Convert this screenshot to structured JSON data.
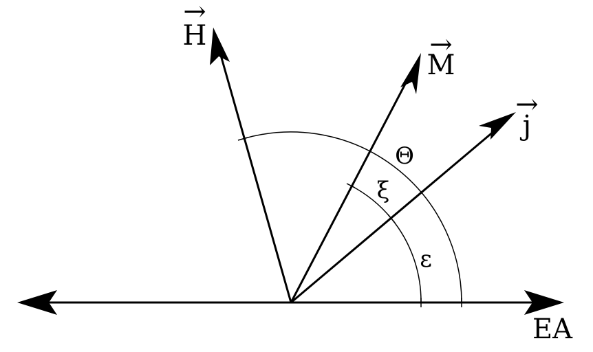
{
  "diagram": {
    "vectors": {
      "h": {
        "label": "H",
        "arrow_glyph": "→"
      },
      "m": {
        "label": "M",
        "arrow_glyph": "→"
      },
      "j": {
        "label": "j",
        "arrow_glyph": "→"
      }
    },
    "axis": {
      "label": "EA"
    },
    "angles": {
      "theta": {
        "label": "Θ"
      },
      "xi": {
        "label": "ξ"
      },
      "epsilon": {
        "label": "ε"
      }
    },
    "colors": {
      "stroke": "#000000",
      "background": "#ffffff"
    }
  }
}
